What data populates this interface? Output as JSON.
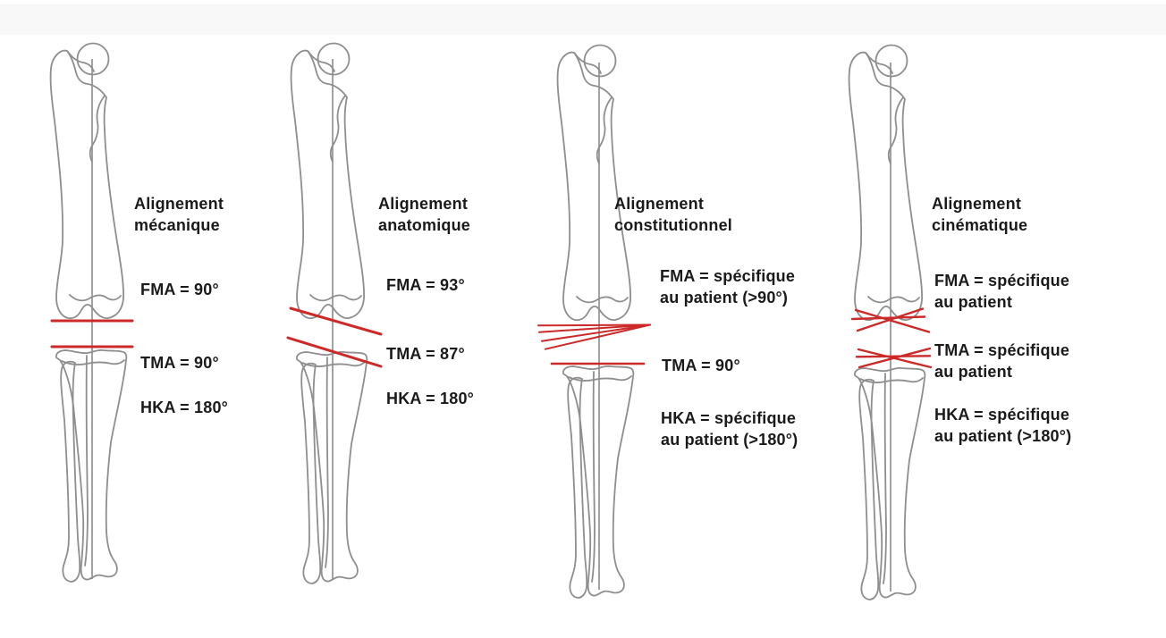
{
  "colors": {
    "bone_outline": "#8e8e90",
    "axis_line": "#8a8a8c",
    "cut_line_red": "#cc2a28",
    "text": "#1a1a1a",
    "top_band": "#f8f8f8"
  },
  "panels": [
    {
      "id": "alignement-mecanique",
      "heading": "Alignement\nmécanique",
      "fma": "FMA = 90°",
      "tma": "TMA = 90°",
      "hka": "HKA = 180°"
    },
    {
      "id": "alignement-anatomique",
      "heading": "Alignement\nanatomique",
      "fma": "FMA = 93°",
      "tma": "TMA = 87°",
      "hka": "HKA = 180°"
    },
    {
      "id": "alignement-constitutionnel",
      "heading": "Alignement\nconstitutionnel",
      "fma": "FMA = spécifique\nau patient (>90°)",
      "tma": "TMA = 90°",
      "hka": "HKA = spécifique\nau patient (>180°)"
    },
    {
      "id": "alignement-cinematique",
      "heading": "Alignement\ncinématique",
      "fma": "FMA = spécifique\nau patient",
      "tma": "TMA = spécifique\nau patient",
      "hka": "HKA = spécifique\nau patient (>180°)"
    }
  ]
}
